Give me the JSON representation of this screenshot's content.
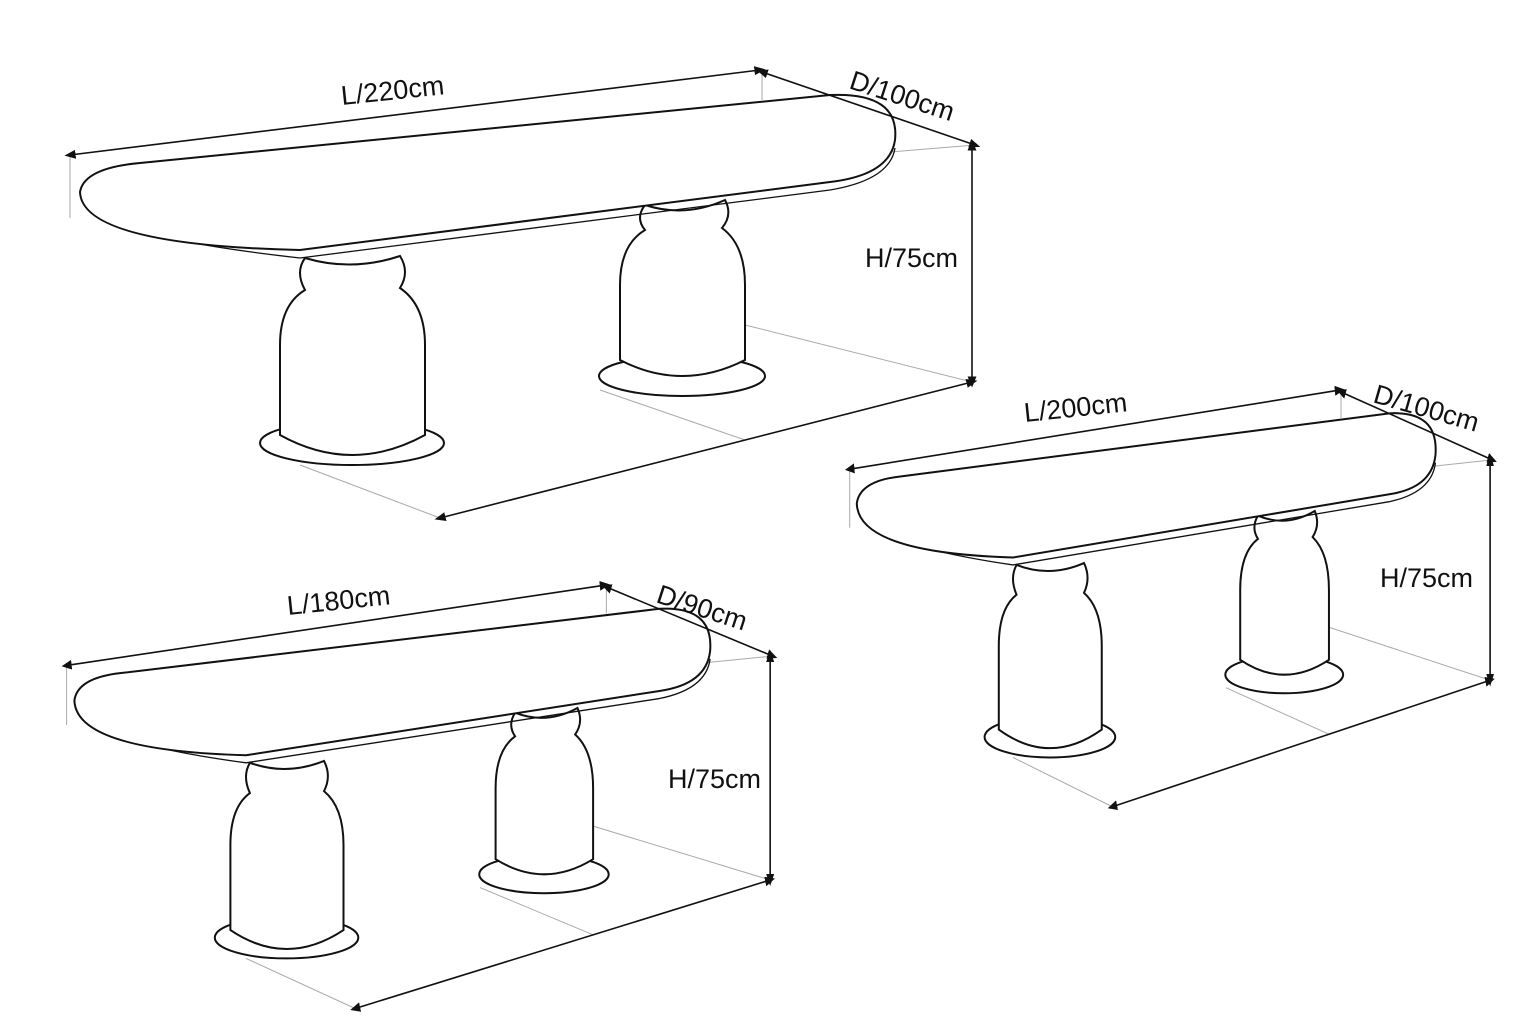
{
  "tables": [
    {
      "length": "L/220cm",
      "depth": "D/100cm",
      "height": "H/75cm"
    },
    {
      "length": "L/200cm",
      "depth": "D/100cm",
      "height": "H/75cm"
    },
    {
      "length": "L/180cm",
      "depth": "D/90cm",
      "height": "H/75cm"
    }
  ]
}
